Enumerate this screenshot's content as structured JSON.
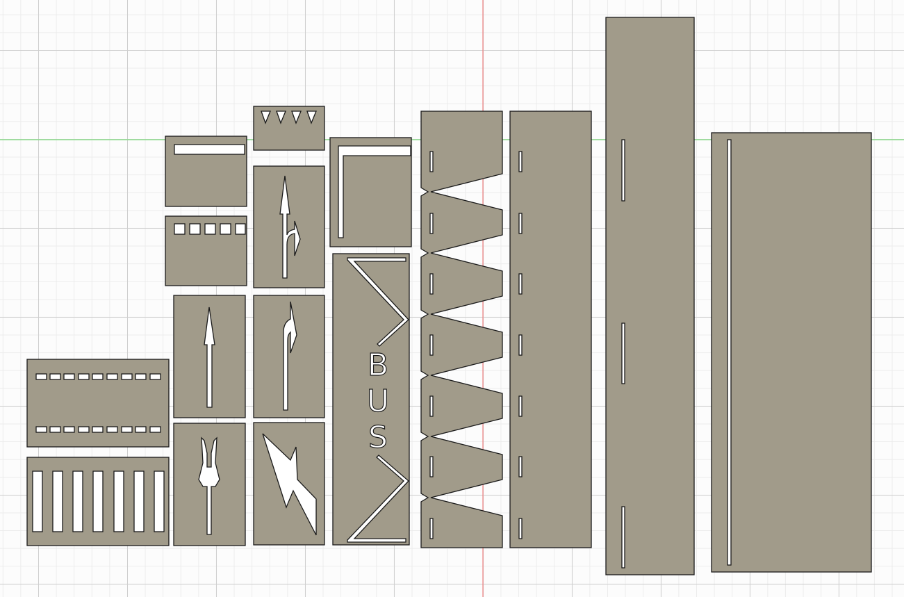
{
  "viewport": {
    "background": "#fcfcfc",
    "grid_major_color": "#cfcfcf",
    "grid_minor_color": "#ececec",
    "x_axis_color": "#7ddc7d",
    "y_axis_color": "#f08080"
  },
  "pieces": {
    "fill_color": "#a19b8a",
    "cutout_color": "#ffffff",
    "outline_color": "#1a1a1a"
  },
  "bus_marking": {
    "letters": [
      "B",
      "U",
      "S"
    ]
  }
}
